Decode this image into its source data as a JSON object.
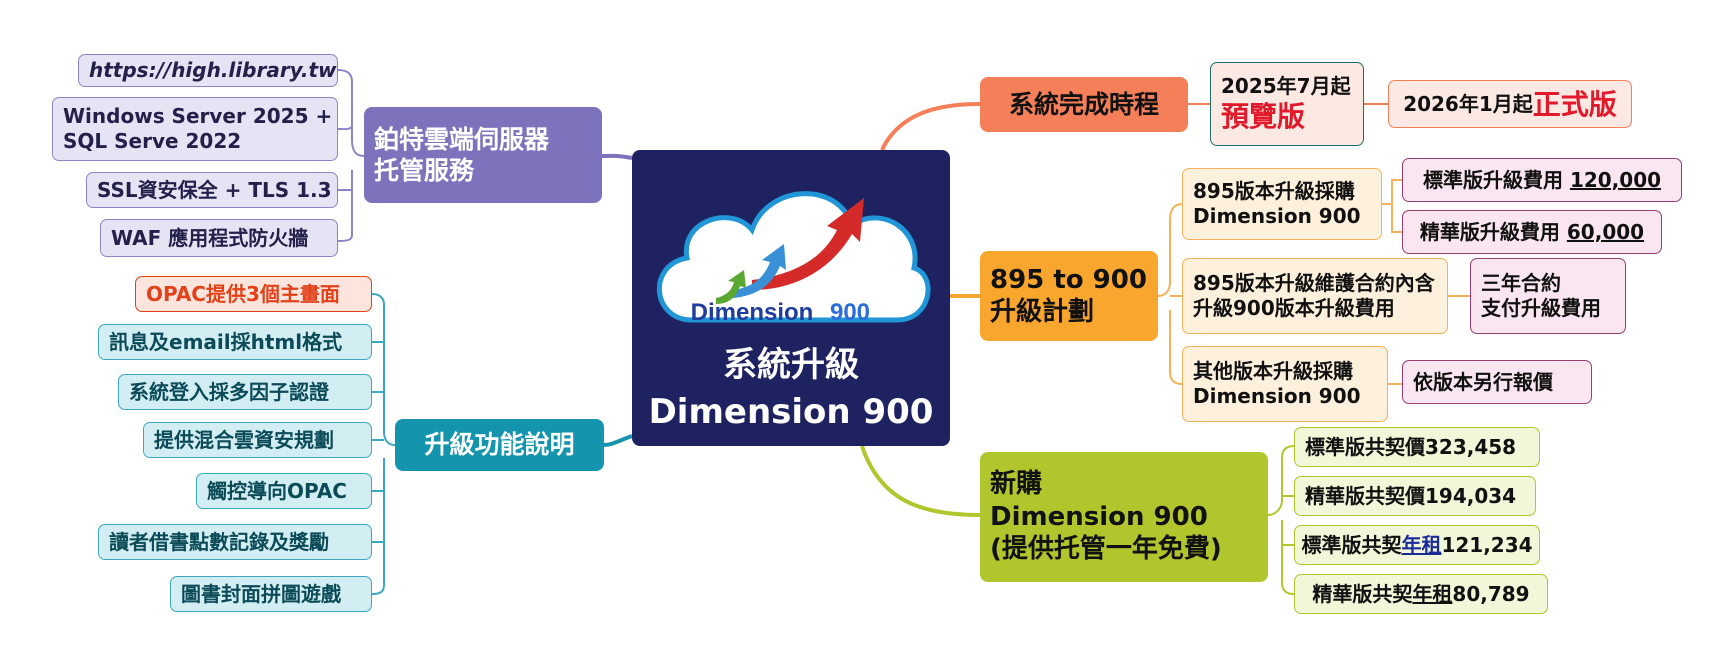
{
  "center": {
    "line1": "系統升級",
    "line2": "Dimension 900",
    "logo_text_part1": "Dimension",
    "logo_text_part2": "900"
  },
  "hosting": {
    "title_line1": "鉑特雲端伺服器",
    "title_line2": "托管服務",
    "items": [
      "https://high.library.tw",
      "Windows Server 2025 +",
      "SQL Serve 2022",
      "SSL資安保全 + TLS 1.3",
      "WAF 應用程式防火牆"
    ]
  },
  "features": {
    "title": "升級功能說明",
    "items": [
      "OPAC提供3個主畫面",
      "訊息及email採html格式",
      "系統登入採多因子認證",
      "提供混合雲資安規劃",
      "觸控導向OPAC",
      "讀者借書點數記錄及獎勵",
      "圖書封面拼圖遊戲"
    ]
  },
  "schedule": {
    "title": "系統完成時程",
    "preview_line1": "2025年7月起",
    "preview_line2": "預覽版",
    "official_prefix": "2026年1月起",
    "official_suffix": "正式版"
  },
  "upgrade": {
    "title_line1": "895 to 900",
    "title_line2": "升級計劃",
    "option1_line1": "895版本升級採購",
    "option1_line2": "Dimension 900",
    "standard_label": "標準版升級費用",
    "standard_amount": "120,000",
    "premium_label": "精華版升級費用",
    "premium_amount": "60,000",
    "option2_line1": "895版本升級維護合約內含",
    "option2_line2": "升級900版本升級費用",
    "contract_line1": "三年合約",
    "contract_line2": "支付升級費用",
    "option3_line1": "其他版本升級採購",
    "option3_line2": "Dimension 900",
    "quote": "依版本另行報價"
  },
  "new_purchase": {
    "title_line1": "新購",
    "title_line2": "Dimension 900",
    "title_line3": "(提供托管一年免費)",
    "price1": "標準版共契價323,458",
    "price2": "精華版共契價194,034",
    "price3_prefix": "標準版共契",
    "price3_link": "年租",
    "price3_amount": "121,234",
    "price4_prefix": "精華版共契",
    "price4_link": "年租",
    "price4_amount": "80,789"
  }
}
